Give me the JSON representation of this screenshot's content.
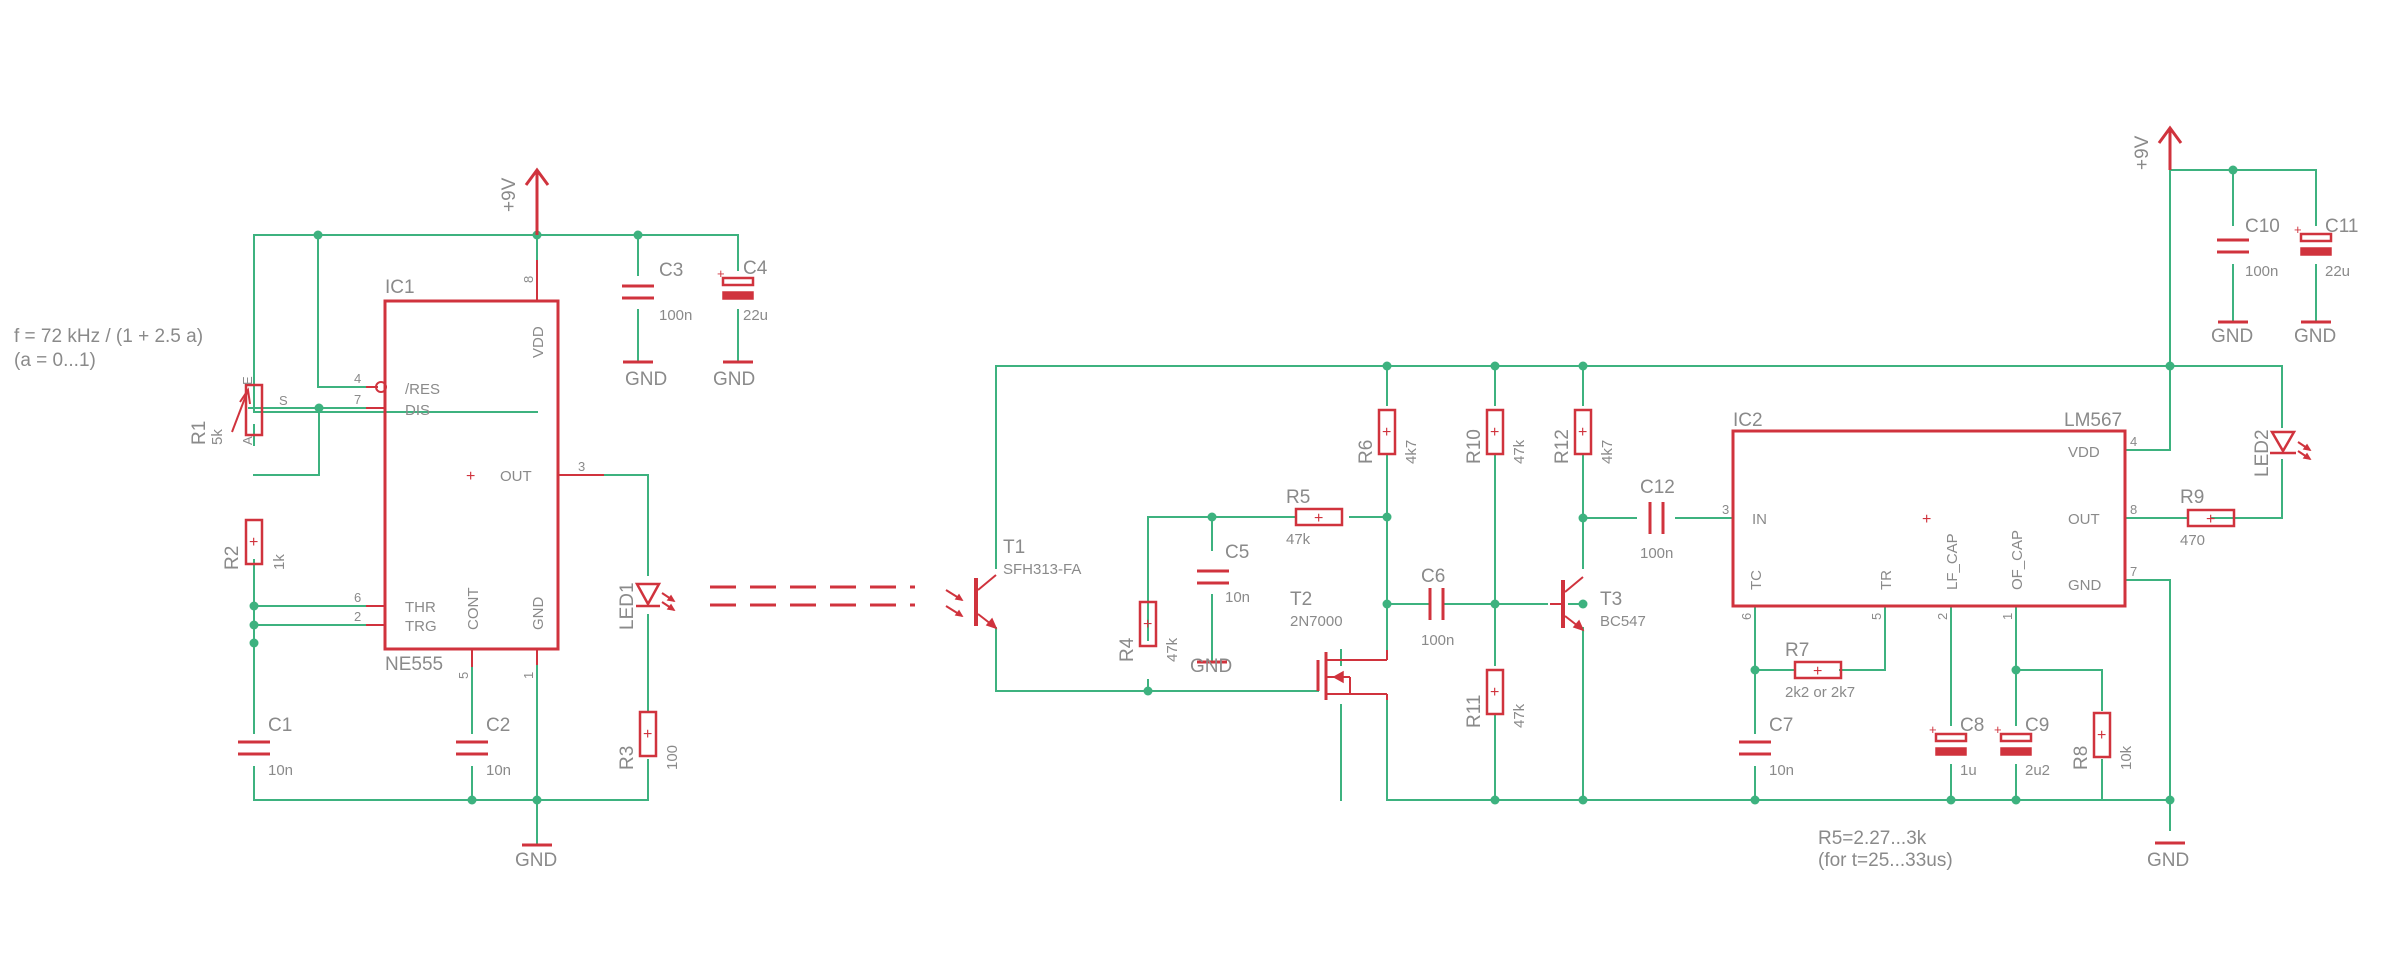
{
  "power": {
    "vcc": "+9V",
    "gnd": "GND"
  },
  "notes": {
    "freq_line1": "f = 72 kHz / (1 + 2.5 a)",
    "freq_line2": "(a = 0...1)",
    "r5_line1": "R5=2.27...3k",
    "r5_line2": "(for t=25...33us)"
  },
  "ic1": {
    "name": "IC1",
    "type": "NE555",
    "pins": {
      "res": "/RES",
      "dis": "DIS",
      "thr": "THR",
      "trg": "TRG",
      "cont": "CONT",
      "gnd": "GND",
      "vdd": "VDD",
      "out": "OUT"
    },
    "pin_numbers": {
      "res": "4",
      "dis": "7",
      "thr": "6",
      "trg": "2",
      "cont": "5",
      "gnd": "1",
      "vdd": "8",
      "out": "3"
    }
  },
  "ic2": {
    "name": "IC2",
    "type": "LM567",
    "pins": {
      "in": "IN",
      "tc": "TC",
      "tr": "TR",
      "lf": "LF_CAP",
      "of": "OF_CAP",
      "vdd": "VDD",
      "out": "OUT",
      "gnd": "GND"
    },
    "pin_numbers": {
      "in": "3",
      "tc": "6",
      "tr": "5",
      "lf": "2",
      "of": "1",
      "vdd": "4",
      "out": "8",
      "gnd": "7"
    }
  },
  "components": {
    "R1": {
      "name": "R1",
      "value": "5k",
      "pin_a": "A",
      "pin_e": "E",
      "pin_s": "S"
    },
    "R2": {
      "name": "R2",
      "value": "1k"
    },
    "R3": {
      "name": "R3",
      "value": "100"
    },
    "R4": {
      "name": "R4",
      "value": "47k"
    },
    "R5": {
      "name": "R5",
      "value": "47k"
    },
    "R6": {
      "name": "R6",
      "value": "4k7"
    },
    "R7": {
      "name": "R7",
      "value": "2k2 or 2k7"
    },
    "R8": {
      "name": "R8",
      "value": "10k"
    },
    "R9": {
      "name": "R9",
      "value": "470"
    },
    "R10": {
      "name": "R10",
      "value": "47k"
    },
    "R11": {
      "name": "R11",
      "value": "47k"
    },
    "R12": {
      "name": "R12",
      "value": "4k7"
    },
    "C1": {
      "name": "C1",
      "value": "10n"
    },
    "C2": {
      "name": "C2",
      "value": "10n"
    },
    "C3": {
      "name": "C3",
      "value": "100n"
    },
    "C4": {
      "name": "C4",
      "value": "22u"
    },
    "C5": {
      "name": "C5",
      "value": "10n"
    },
    "C6": {
      "name": "C6",
      "value": "100n"
    },
    "C7": {
      "name": "C7",
      "value": "10n"
    },
    "C8": {
      "name": "C8",
      "value": "1u"
    },
    "C9": {
      "name": "C9",
      "value": "2u2"
    },
    "C10": {
      "name": "C10",
      "value": "100n"
    },
    "C11": {
      "name": "C11",
      "value": "22u"
    },
    "C12": {
      "name": "C12",
      "value": "100n"
    },
    "LED1": {
      "name": "LED1"
    },
    "LED2": {
      "name": "LED2"
    },
    "T1": {
      "name": "T1",
      "type": "SFH313-FA"
    },
    "T2": {
      "name": "T2",
      "type": "2N7000"
    },
    "T3": {
      "name": "T3",
      "type": "BC547"
    }
  },
  "colors": {
    "wire": "#3db27f",
    "symbol": "#d0333d",
    "text": "#8a8a8a"
  }
}
